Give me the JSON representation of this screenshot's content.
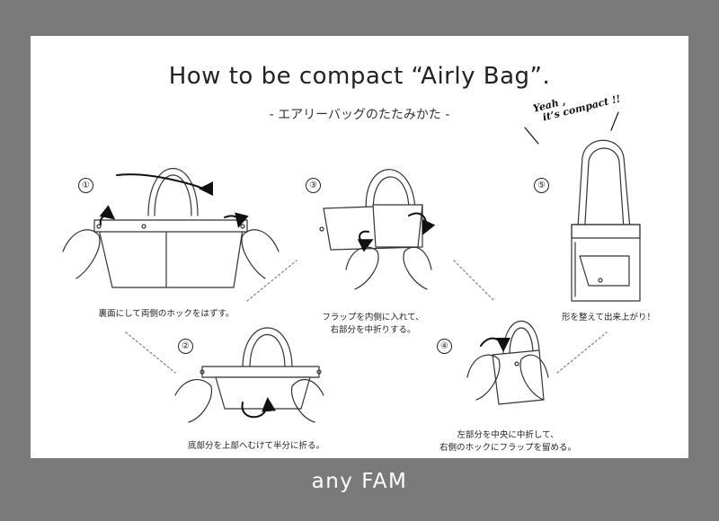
{
  "header": {
    "title": "How to be compact “Airly Bag”.",
    "subtitle": "- エアリーバッグのたたみかた -"
  },
  "steps": [
    {
      "number": "①",
      "caption_lines": [
        "裏面にして両側のホックをはずす。"
      ]
    },
    {
      "number": "②",
      "caption_lines": [
        "底部分を上部へむけて半分に折る。"
      ]
    },
    {
      "number": "③",
      "caption_lines": [
        "フラップを内側に入れて、",
        "右部分を中折りする。"
      ]
    },
    {
      "number": "④",
      "caption_lines": [
        "左部分を中央に中折して、",
        "右側のホックにフラップを留める。"
      ]
    },
    {
      "number": "⑤",
      "caption_lines": [
        "形を整えて出来上がり！"
      ]
    }
  ],
  "bubble": {
    "line1": "Yeah ,",
    "line2": "it’s compact !!"
  },
  "footer": {
    "brand": "any FAM"
  },
  "colors": {
    "frame": "#7a7a7a",
    "card": "#ffffff",
    "ink": "#222222"
  },
  "icons": [
    "bag-illustration",
    "hand-illustration",
    "rotate-arrow-icon",
    "dotted-connector"
  ]
}
